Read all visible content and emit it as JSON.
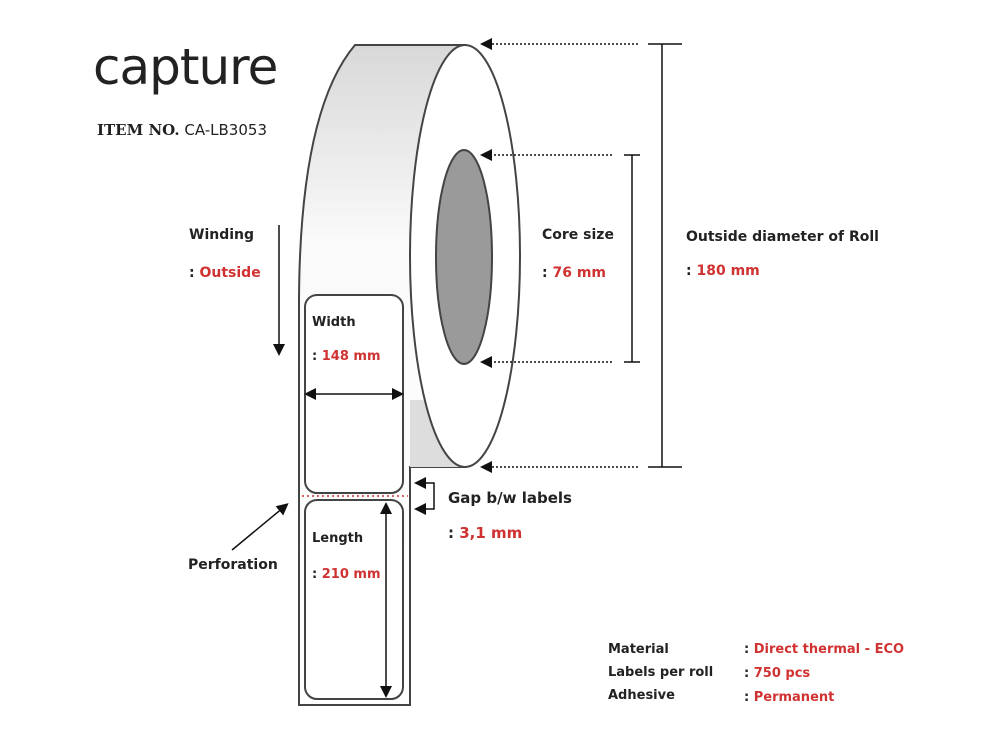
{
  "brand": "capture",
  "item": {
    "label": "ITEM NO.",
    "value": "CA-LB3053"
  },
  "winding": {
    "label": "Winding",
    "value": "Outside"
  },
  "width": {
    "label": "Width",
    "value": "148 mm"
  },
  "length": {
    "label": "Length",
    "value": "210 mm"
  },
  "perforation": {
    "label": "Perforation"
  },
  "core": {
    "label": "Core size",
    "value": "76 mm"
  },
  "outside": {
    "label": "Outside diameter of Roll",
    "value": "180 mm"
  },
  "gap": {
    "label": "Gap b/w labels",
    "value": "3,1 mm"
  },
  "specs": [
    {
      "label": "Material",
      "value": "Direct thermal - ECO"
    },
    {
      "label": "Labels per roll",
      "value": "750 pcs"
    },
    {
      "label": "Adhesive",
      "value": "Permanent"
    }
  ],
  "colors": {
    "accent": "#d03232",
    "core": "#9a9a9a"
  }
}
